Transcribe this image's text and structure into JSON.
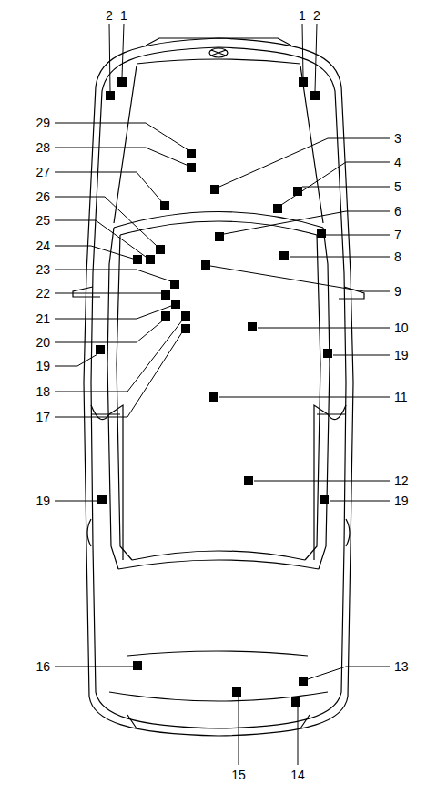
{
  "diagram": {
    "labels": [
      "2",
      "1",
      "1",
      "2",
      "29",
      "3",
      "28",
      "4",
      "27",
      "5",
      "26",
      "6",
      "25",
      "7",
      "24",
      "8",
      "23",
      "9",
      "22",
      "21",
      "10",
      "20",
      "19",
      "19",
      "18",
      "17",
      "11",
      "12",
      "19",
      "19",
      "16",
      "13",
      "15",
      "14"
    ]
  }
}
